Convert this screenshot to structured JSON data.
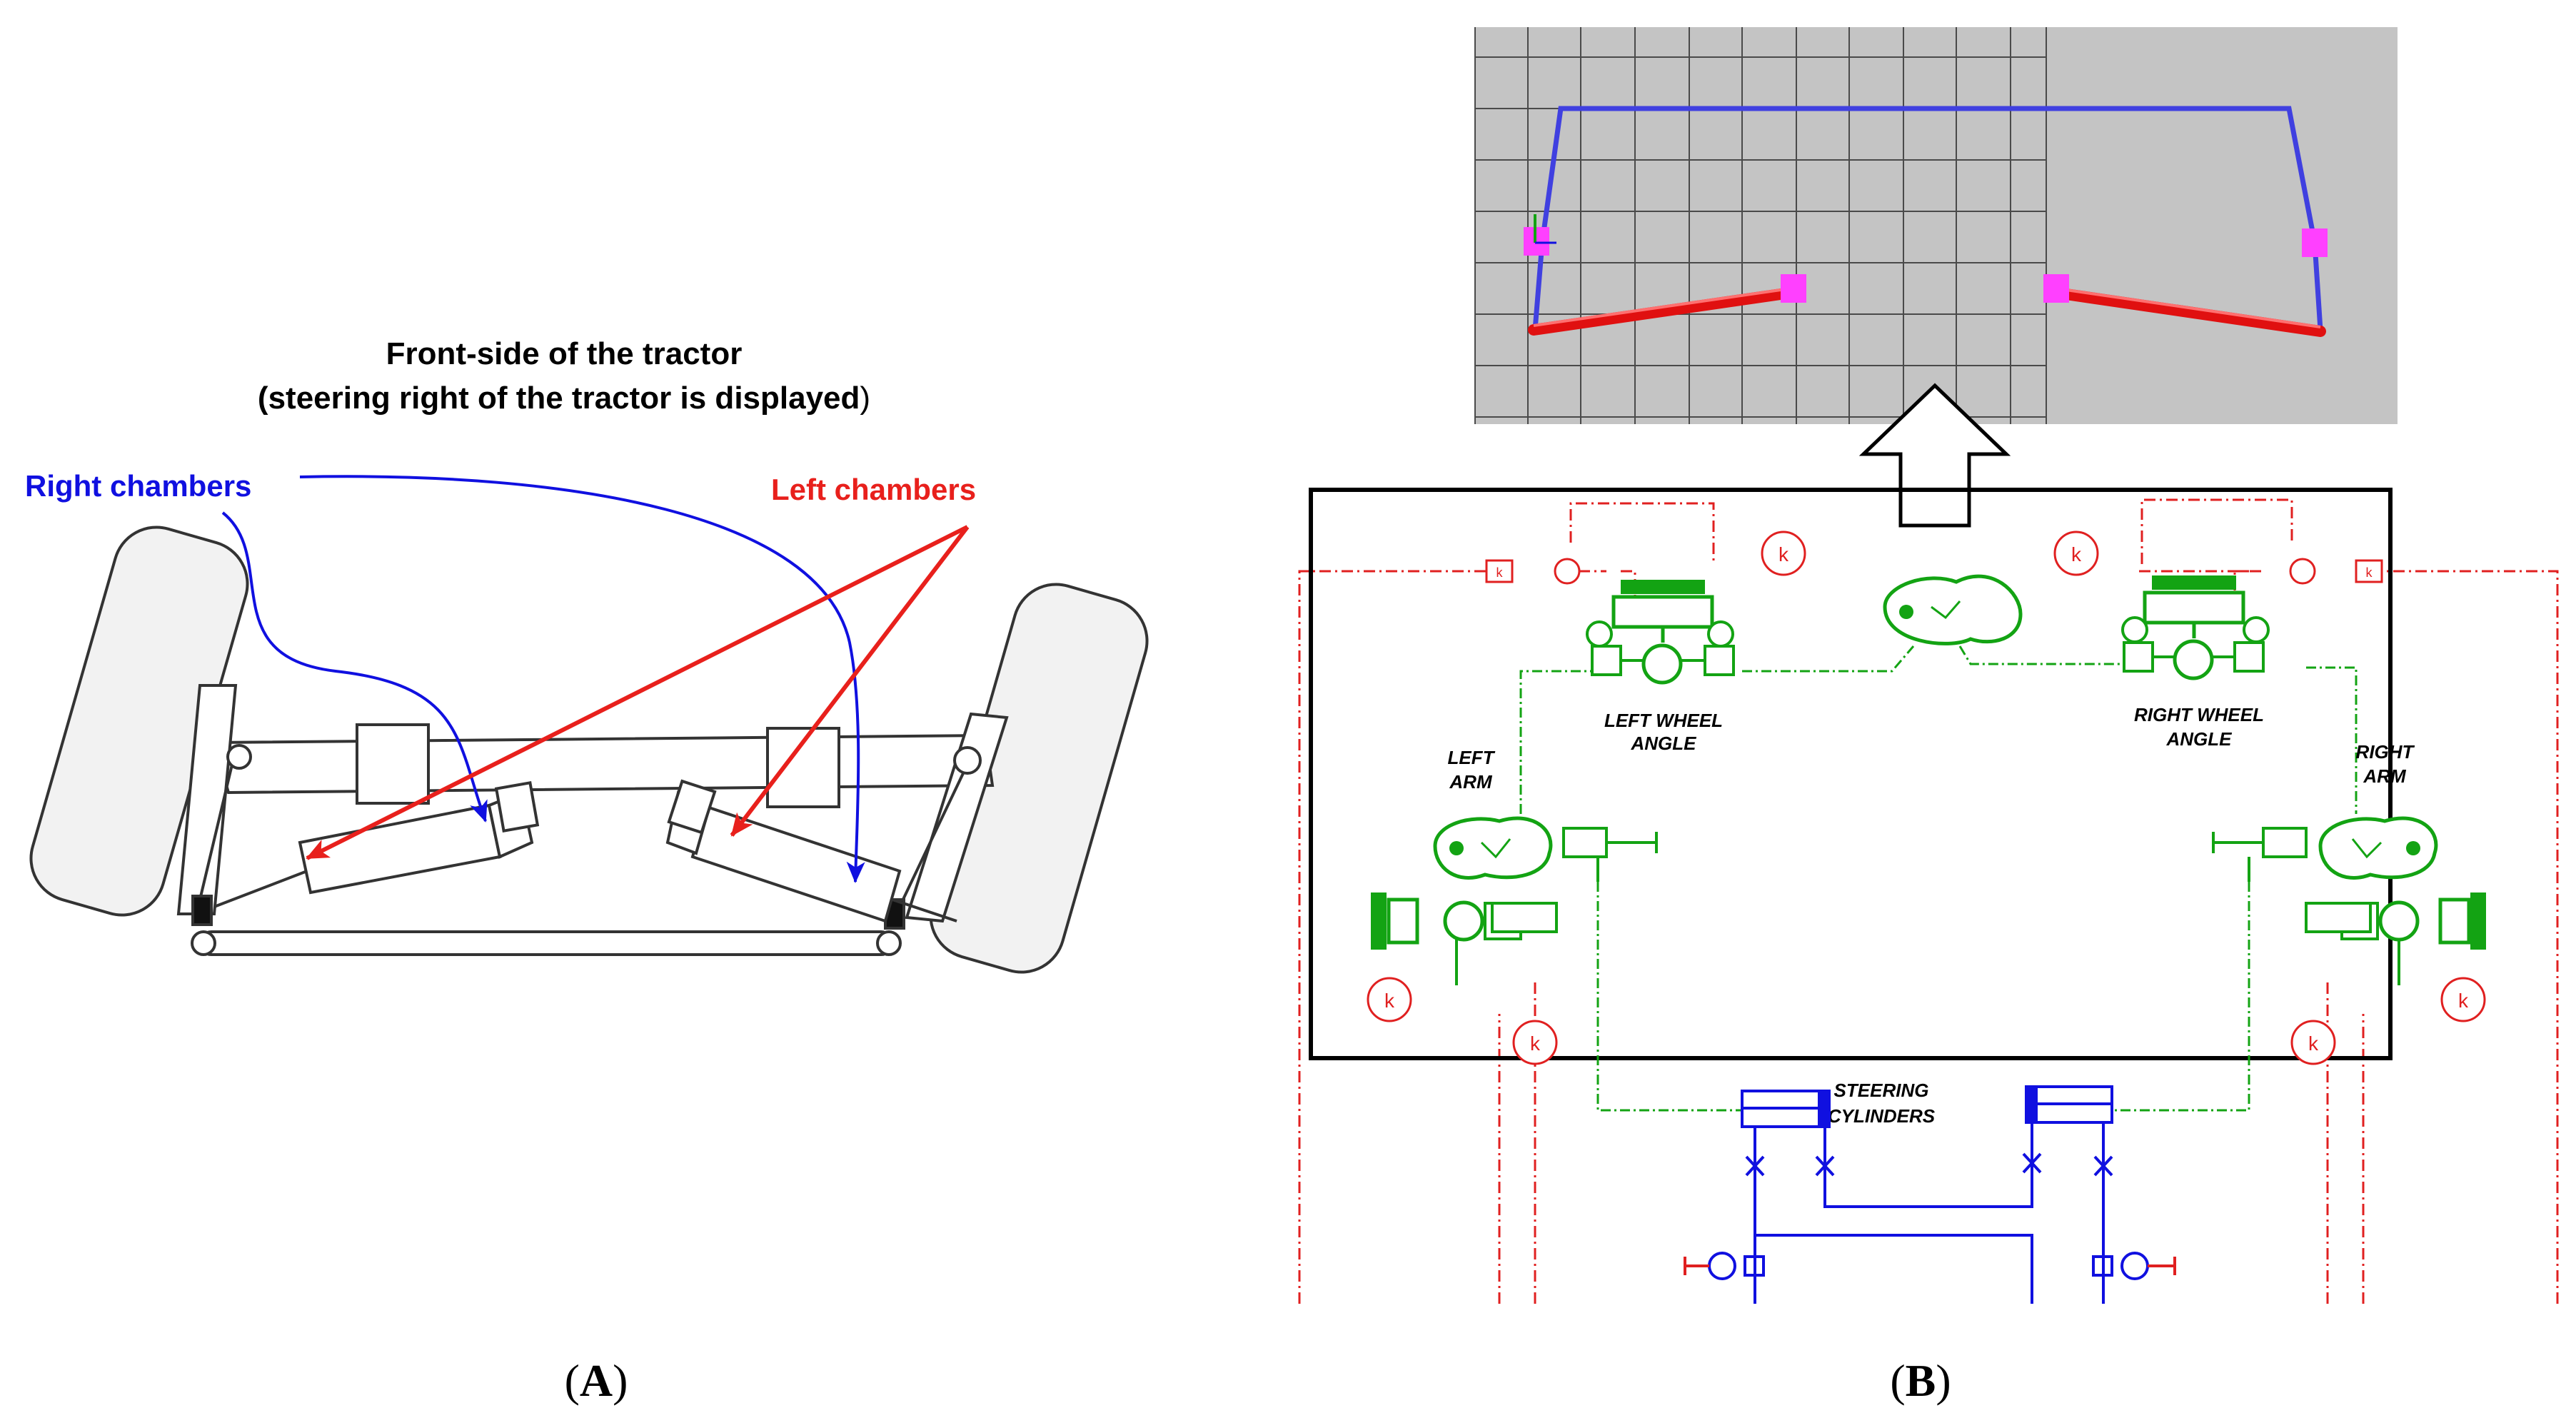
{
  "panel_a": {
    "title_line1": "Front-side of the tractor",
    "title_line2_prefix": "(steering right of the tractor is displayed",
    "title_line2_suffix": ")",
    "label_right_chambers": "Right chambers",
    "label_left_chambers": "Left chambers",
    "caption_open": "(",
    "caption_letter": "A",
    "caption_close": ")",
    "colors": {
      "right_chambers": "#1010e0",
      "left_chambers": "#e8201c"
    }
  },
  "panel_b": {
    "block_left_wheel_angle_1": "LEFT WHEEL",
    "block_left_wheel_angle_2": "ANGLE",
    "block_right_wheel_angle_1": "RIGHT WHEEL",
    "block_right_wheel_angle_2": "ANGLE",
    "block_left_arm_1": "LEFT",
    "block_left_arm_2": "ARM",
    "block_right_arm_1": "RIGHT",
    "block_right_arm_2": "ARM",
    "block_steering_1": "STEERING",
    "block_steering_2": "CYLINDERS",
    "gain_symbol": "k",
    "caption_open": "(",
    "caption_letter": "B",
    "caption_close": ")",
    "colors": {
      "mechanical": "#13a313",
      "signal": "#e02020",
      "hydraulic": "#1010e0",
      "linkage_3d": "#4040e0",
      "arm_3d": "#e01010",
      "joint_3d": "#ff40ff"
    }
  }
}
